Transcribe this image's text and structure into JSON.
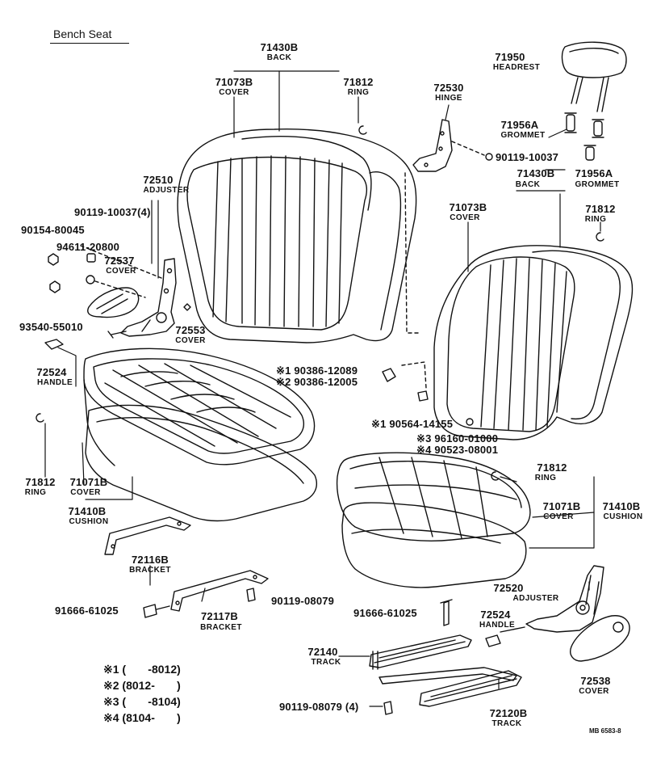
{
  "title": "Bench Seat",
  "reference": "MB 6583-8",
  "callouts": {
    "back_top": {
      "pn": "71430B",
      "desc": "BACK"
    },
    "cover_top": {
      "pn": "71073B",
      "desc": "COVER"
    },
    "ring_top": {
      "pn": "71812",
      "desc": "RING"
    },
    "hinge": {
      "pn": "72530",
      "desc": "HINGE"
    },
    "headrest": {
      "pn": "71950",
      "desc": "HEADREST"
    },
    "grommet_a": {
      "pn": "71956A",
      "desc": "GROMMET"
    },
    "bolt_hinge": {
      "pn": "90119-10037"
    },
    "back_right": {
      "pn": "71430B",
      "desc": "BACK"
    },
    "grommet_b": {
      "pn": "71956A",
      "desc": "GROMMET"
    },
    "cover_right": {
      "pn": "71073B",
      "desc": "COVER"
    },
    "ring_right": {
      "pn": "71812",
      "desc": "RING"
    },
    "adjuster_left": {
      "pn": "72510",
      "desc": "ADJUSTER"
    },
    "bolt_adjuster": {
      "pn": "90119-10037(4)"
    },
    "screw_1": {
      "pn": "90154-80045"
    },
    "washer_1": {
      "pn": "94611-20800"
    },
    "cover_adj": {
      "pn": "72537",
      "desc": "COVER"
    },
    "bolt_2": {
      "pn": "93540-55010"
    },
    "cover_small": {
      "pn": "72553",
      "desc": "COVER"
    },
    "handle_left": {
      "pn": "72524",
      "desc": "HANDLE"
    },
    "part_s1": {
      "pn": "※1 90386-12089"
    },
    "part_s2": {
      "pn": "※2 90386-12005"
    },
    "part_s1b": {
      "pn": "※1 90564-14155"
    },
    "part_s3": {
      "pn": "※3 96160-01000"
    },
    "part_s4": {
      "pn": "※4 90523-08001"
    },
    "ring_left": {
      "pn": "71812",
      "desc": "RING"
    },
    "cover_cushion_left": {
      "pn": "71071B",
      "desc": "COVER"
    },
    "cushion_left": {
      "pn": "71410B",
      "desc": "CUSHION"
    },
    "bracket_1": {
      "pn": "72116B",
      "desc": "BRACKET"
    },
    "bracket_2": {
      "pn": "72117B",
      "desc": "BRACKET"
    },
    "bolt_left": {
      "pn": "91666-61025"
    },
    "bolt_bracket": {
      "pn": "90119-08079"
    },
    "ring_cushion_right": {
      "pn": "71812",
      "desc": "RING"
    },
    "cover_cushion_right": {
      "pn": "71071B",
      "desc": "COVER"
    },
    "cushion_right": {
      "pn": "71410B",
      "desc": "CUSHION"
    },
    "adjuster_right": {
      "pn": "72520",
      "desc": "ADJUSTER"
    },
    "bolt_track": {
      "pn": "91666-61025"
    },
    "handle_right": {
      "pn": "72524",
      "desc": "HANDLE"
    },
    "track_1": {
      "pn": "72140",
      "desc": "TRACK"
    },
    "cover_right_adj": {
      "pn": "72538",
      "desc": "COVER"
    },
    "bolt_track_2": {
      "pn": "90119-08079 (4)"
    },
    "track_2": {
      "pn": "72120B",
      "desc": "TRACK"
    }
  },
  "legend": [
    "※1 (       -8012)",
    "※2 (8012-       )",
    "※3 (       -8104)",
    "※4 (8104-       )"
  ]
}
